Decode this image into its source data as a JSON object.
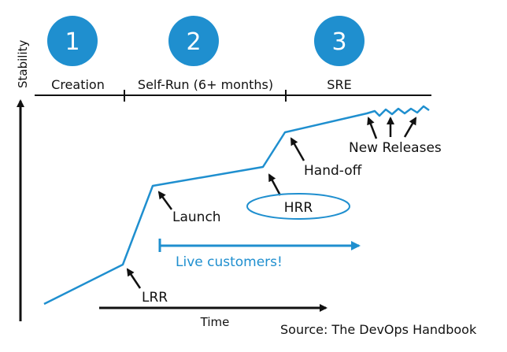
{
  "colors": {
    "accent": "#1f8fcf",
    "ink": "#111111",
    "background": "#ffffff"
  },
  "axes": {
    "y_label": "Stability",
    "x_label": "Time"
  },
  "phases": [
    {
      "number": "1",
      "label": "Creation"
    },
    {
      "number": "2",
      "label": "Self-Run (6+ months)"
    },
    {
      "number": "3",
      "label": "SRE"
    }
  ],
  "annotations": {
    "lrr": "LRR",
    "launch": "Launch",
    "hrr": "HRR",
    "hand_off": "Hand-off",
    "new_releases": "New Releases",
    "live_customers": "Live customers!"
  },
  "source": "Source: The DevOps Handbook"
}
